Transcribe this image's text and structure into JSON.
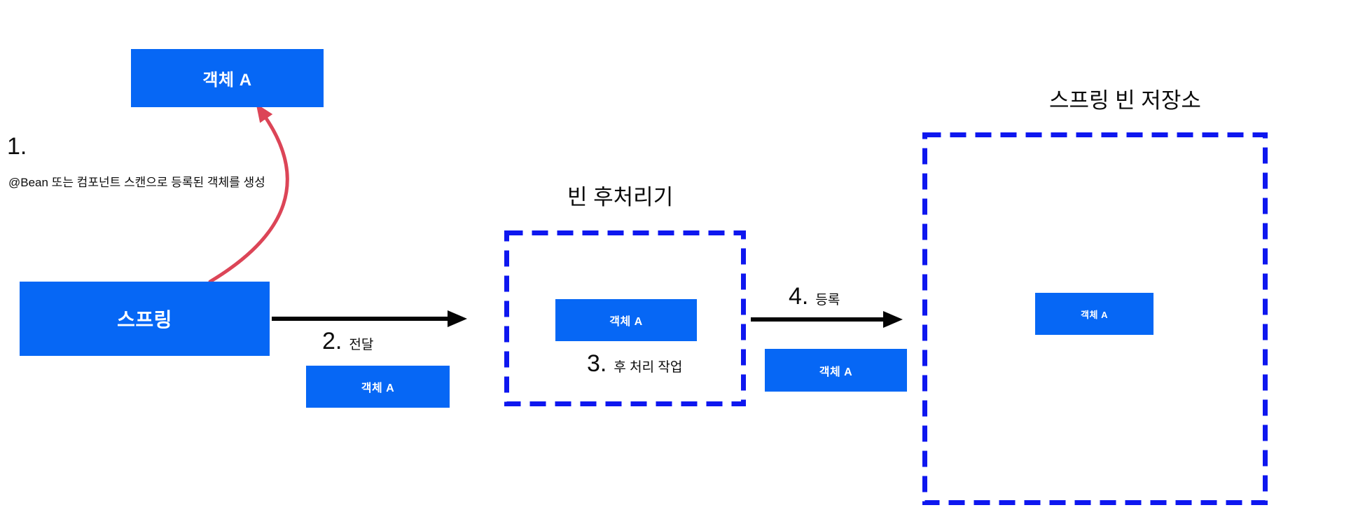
{
  "colors": {
    "box_blue": "#0667f5",
    "dash_blue": "#0e17ef",
    "arrow_red": "#dc4557",
    "arrow_black": "#050505"
  },
  "labels": {
    "object_a": "객체 A",
    "spring": "스프링"
  },
  "titles": {
    "post_processor": "빈 후처리기",
    "bean_store": "스프링 빈 저장소"
  },
  "steps": {
    "step1_num": "1.",
    "step1_desc": "@Bean 또는 컴포넌트 스캔으로 등록된 객체를 생성",
    "step2_num": "2.",
    "step2_label": "전달",
    "step3_num": "3.",
    "step3_label": "후 처리 작업",
    "step4_num": "4.",
    "step4_label": "등록"
  }
}
